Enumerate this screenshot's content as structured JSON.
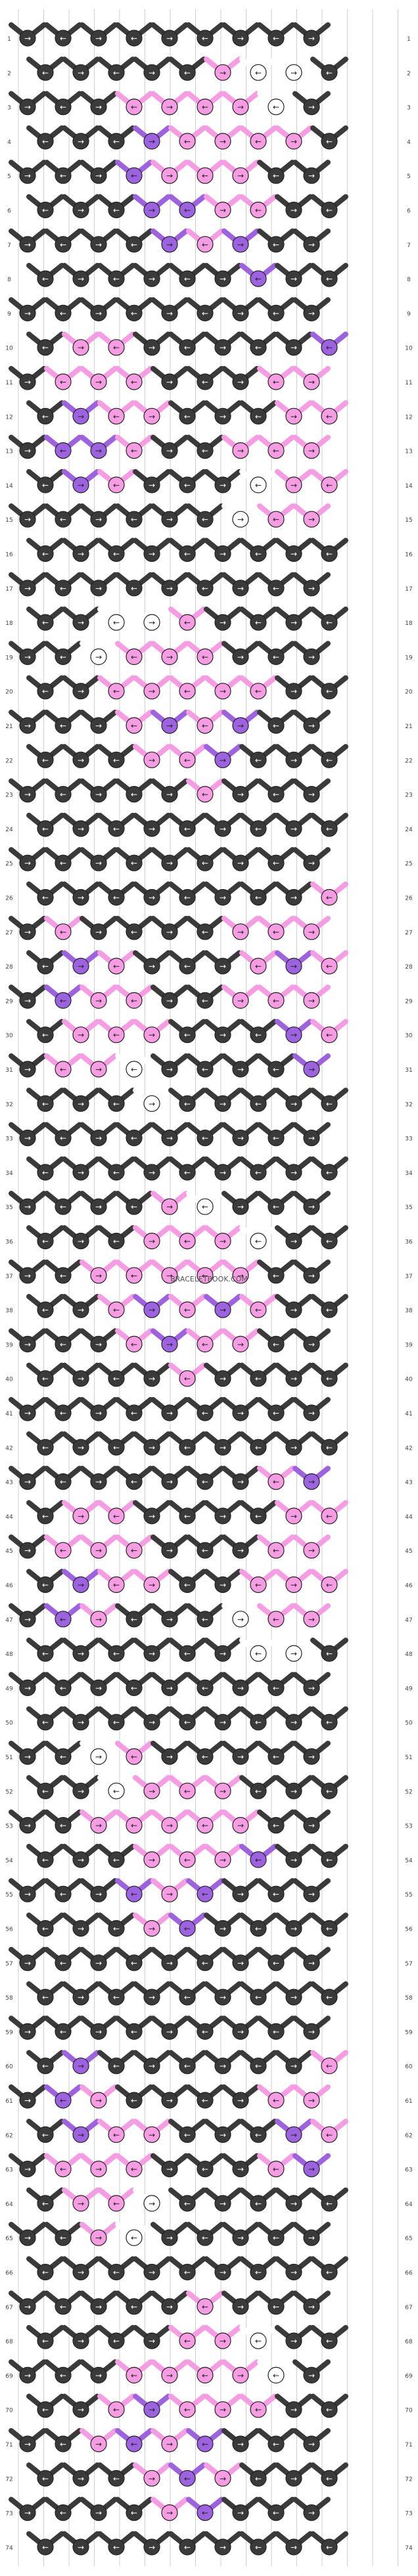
{
  "pattern": {
    "rows": 74,
    "knots_per_row": 9,
    "watermark": "BRACELETBOOK.COM",
    "colors": {
      "K": "#3a3a3a",
      "P": "#f59ce2",
      "V": "#9d62e0",
      "W": "#ffffff"
    },
    "string_order": [
      "K",
      "K",
      "K",
      "K",
      "K",
      "K",
      "W",
      "K",
      "K",
      "K",
      "K",
      "V",
      "W",
      "K",
      "K",
      "K"
    ],
    "row_labels": [
      "1",
      "2",
      "3",
      "4",
      "5",
      "6",
      "7",
      "8",
      "9",
      "10",
      "11",
      "12",
      "13",
      "14",
      "15",
      "16",
      "17",
      "18",
      "19",
      "20",
      "21",
      "22",
      "23",
      "24",
      "25",
      "26",
      "27",
      "28",
      "29",
      "30",
      "31",
      "32",
      "33",
      "34",
      "35",
      "36",
      "37",
      "38",
      "39",
      "40",
      "41",
      "42",
      "43",
      "44",
      "45",
      "46",
      "47",
      "48",
      "49",
      "50",
      "51",
      "52",
      "53",
      "54",
      "55",
      "56",
      "57",
      "58",
      "59",
      "60",
      "61",
      "62",
      "63",
      "64",
      "65",
      "66",
      "67",
      "68",
      "69",
      "70",
      "71",
      "72",
      "73",
      "74"
    ],
    "knot_colors": [
      "KKKKKKKKK",
      "KKKKKPWWK",
      "KKKPPPPWK",
      "KKKVPPPPK",
      "KKKVPPPKK",
      "KKKVVPPKK",
      "KKKKVPVKK",
      "KKKKKKVKK",
      "KKKKKKKKK",
      "KPPKKKKKV",
      "KPPPKKKPP",
      "KVPPKKKPP",
      "KVVPKKPPP",
      "KVPKKKWPP",
      "KKKKKKWPP",
      "KKKKKKKKK",
      "KKKKKKKKK",
      "KKWWPKKKK",
      "KKWPPPKKK",
      "KKPPPPPKK",
      "KKKPVPVKK",
      "KKKPPVKKK",
      "KKKKKPKKK",
      "KKKKKKKKK",
      "KKKKKKKKK",
      "KKKKKKKKP",
      "KPKKKKPPP",
      "KVPKKKPVP",
      "KVPPKKPPP",
      "KPPPKKKVP",
      "KPPWKKKKV",
      "KKKWKKKKK",
      "KKKKKKKKK",
      "KKKKKKKKK",
      "KKKKPWKKK",
      "KKKPPPWKK",
      "KKPPPPPKK",
      "KKPVPVPKK",
      "KKKPVPPKK",
      "KKKKPKKKK",
      "KKKKKKKKK",
      "KKKKKKKKK",
      "KKKKKKKPV",
      "KPPKKKKPP",
      "KPPPKKKPP",
      "KVPPKKPPP",
      "KVPKKKWPP",
      "KKKKKKWWK",
      "KKKKKKKKK",
      "KKKKKKKKK",
      "KKWPKKKKK",
      "KKWPPPKKK",
      "KKPPPPPKK",
      "KKKPPPVKK",
      "KKKVPVKKK",
      "KKKPVKKKK",
      "KKKKKKKKK",
      "KKKKKKKKK",
      "KKKKKKKKK",
      "KVKKKKKKP",
      "KVPKKKKPP",
      "KVPPKKKVP",
      "KPPPKKKPV",
      "KPPWKKKKK",
      "KKPWKKKKK",
      "KKKKKKKKK",
      "KKKKKPKKK",
      "KKKKPPWKK",
      "KKKPPPPWK",
      "KKPVPPPKK",
      "KKPVPVKKK",
      "KKKPVPKKK",
      "KKKKPVKKK",
      "KKKKKKKKK"
    ]
  }
}
